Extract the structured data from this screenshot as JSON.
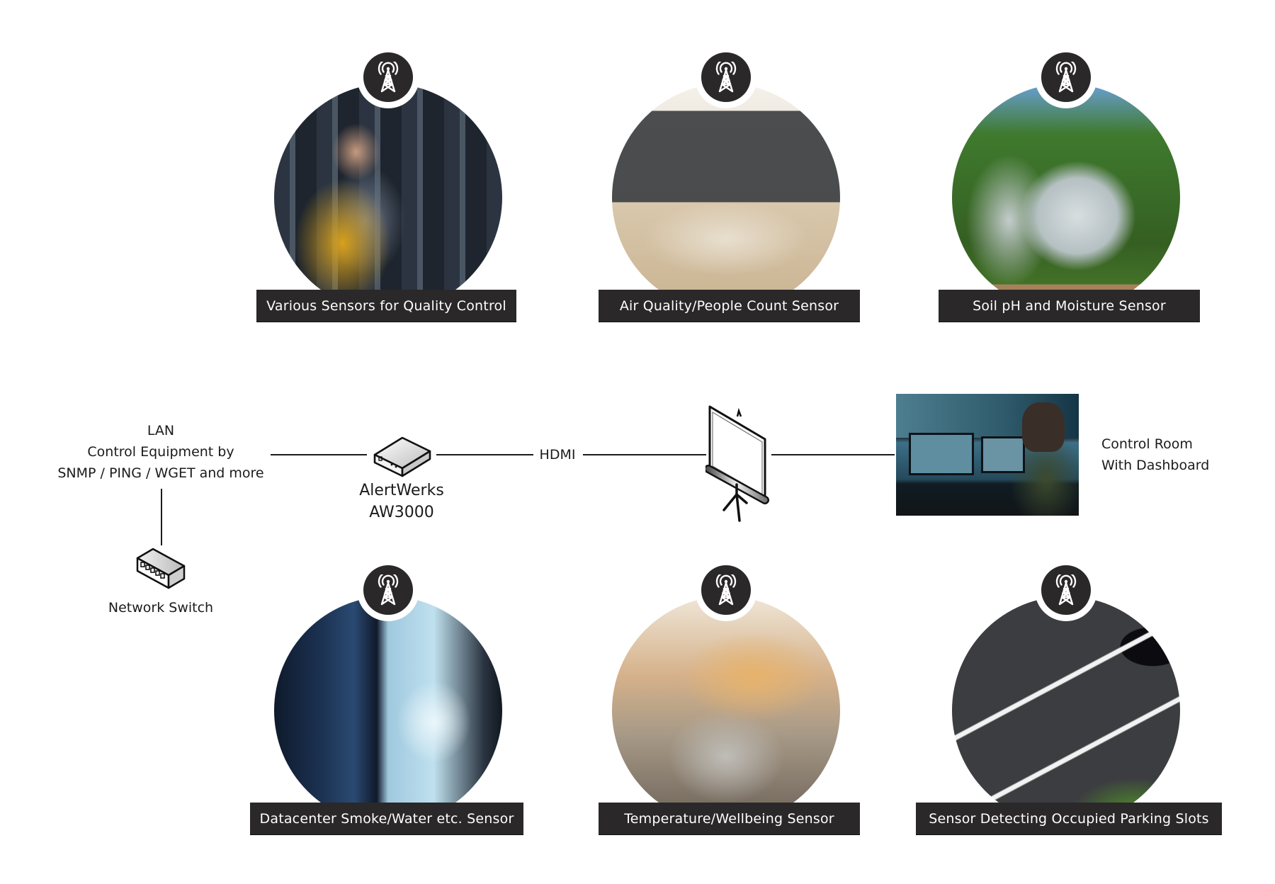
{
  "colors": {
    "label_bg": "#2a2829",
    "label_text": "#ffffff",
    "badge_bg": "#2a2829",
    "line": "#1b1b1b",
    "background": "#ffffff"
  },
  "sensors_top": [
    {
      "label": "Various Sensors for Quality Control",
      "icon": "radio-tower-icon",
      "scene": "factory worker with clipboard"
    },
    {
      "label": "Air Quality/People Count Sensor",
      "icon": "radio-tower-icon",
      "scene": "conference room"
    },
    {
      "label": "Soil pH and Moisture Sensor",
      "icon": "radio-tower-icon",
      "scene": "greenhouse"
    }
  ],
  "sensors_bottom": [
    {
      "label": "Datacenter Smoke/Water etc. Sensor",
      "icon": "radio-tower-icon",
      "scene": "server room"
    },
    {
      "label": "Temperature/Wellbeing Sensor",
      "icon": "radio-tower-icon",
      "scene": "open office"
    },
    {
      "label": "Sensor Detecting Occupied Parking Slots",
      "icon": "radio-tower-icon",
      "scene": "parking lot"
    }
  ],
  "network": {
    "lan_lines": [
      "LAN",
      "Control Equipment by",
      "SNMP / PING / WGET and more"
    ],
    "switch_label": "Network Switch",
    "device_name": "AlertWerks",
    "device_model": "AW3000",
    "hdmi_label": "HDMI",
    "display_icon": "projector-screen-icon",
    "control_room_lines": [
      "Control Room",
      "With Dashboard"
    ]
  }
}
